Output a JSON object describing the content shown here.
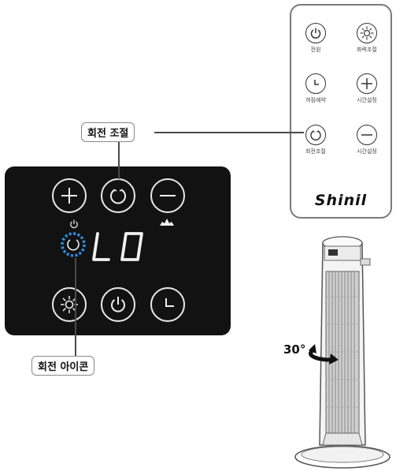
{
  "remote": {
    "buttons": [
      {
        "label": "전원",
        "icon": "power-icon"
      },
      {
        "label": "화력조절",
        "icon": "sun-icon"
      },
      {
        "label": "꺼짐예약",
        "icon": "clock-icon"
      },
      {
        "label": "시간설정",
        "icon": "plus-icon"
      },
      {
        "label": "회전조절",
        "icon": "rotate-icon"
      },
      {
        "label": "시간설정",
        "icon": "minus-icon"
      }
    ],
    "logo": "Shinil"
  },
  "panel": {
    "display": "L0",
    "buttons": [
      "plus-icon",
      "rotate-icon",
      "minus-icon",
      "sun-icon",
      "power-icon",
      "clock-icon"
    ]
  },
  "callouts": {
    "rotate_control": "회전 조절",
    "rotate_icon": "회전 아이콘"
  },
  "fan": {
    "angle": "30°"
  },
  "colors": {
    "panel_bg": "#121212",
    "indicator_blue": "#2f8fe6"
  }
}
